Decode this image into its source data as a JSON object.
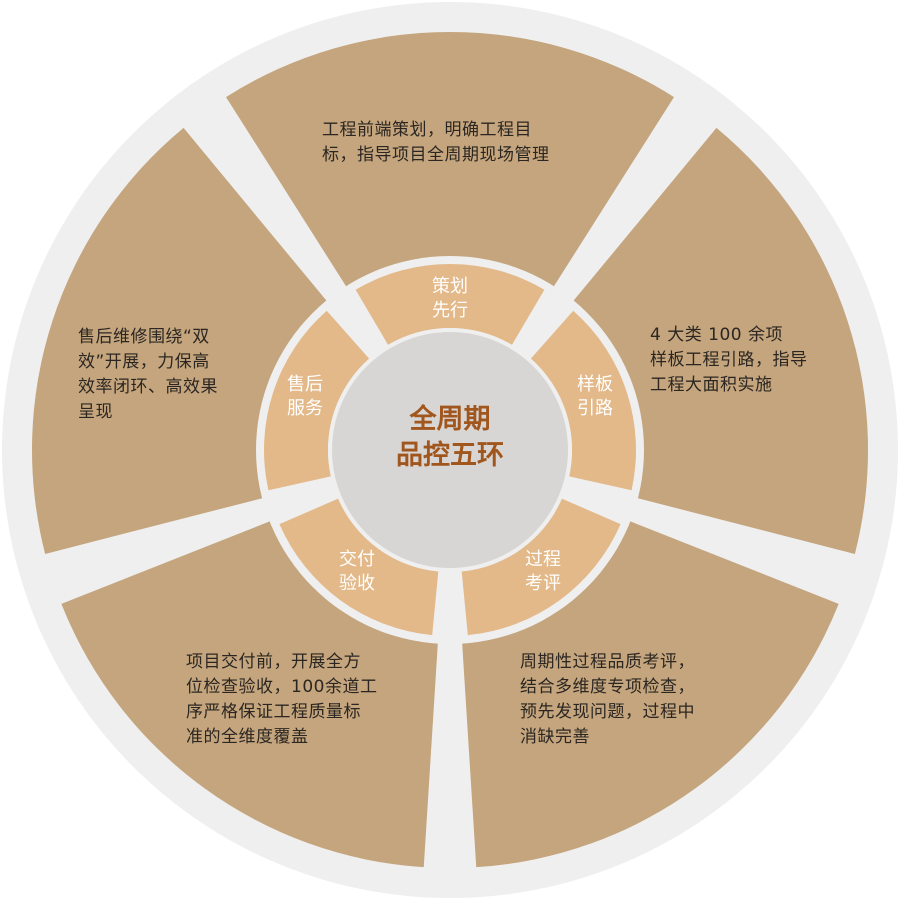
{
  "center": {
    "line1": "全周期",
    "line2": "品控五环"
  },
  "segments": [
    {
      "id": "plan",
      "label": [
        "策划",
        "先行"
      ],
      "desc": [
        "工程前端策划，明确工程目",
        "标，指导项目全周期现场管理"
      ]
    },
    {
      "id": "sample",
      "label": [
        "样板",
        "引路"
      ],
      "desc": [
        "4 大类 100 余项",
        "样板工程引路，指导",
        "工程大面积实施"
      ]
    },
    {
      "id": "review",
      "label": [
        "过程",
        "考评"
      ],
      "desc": [
        "周期性过程品质考评，",
        "结合多维度专项检查，",
        "预先发现问题，过程中",
        "消缺完善"
      ]
    },
    {
      "id": "delivery",
      "label": [
        "交付",
        "验收"
      ],
      "desc": [
        "项目交付前，开展全方",
        "位检查验收，100余道工",
        "序严格保证工程质量标",
        "准的全维度覆盖"
      ]
    },
    {
      "id": "service",
      "label": [
        "售后",
        "服务"
      ],
      "desc": [
        "售后维修围绕“双",
        "效”开展，力保高",
        "效率闭环、高效果",
        "呈现"
      ]
    }
  ],
  "colors": {
    "outer_segment": "#c4a57d",
    "inner_ring": "#e3b98a",
    "hub": "#d8d6d5",
    "background_disc": "#efefef",
    "center_text": "#a0561c"
  }
}
